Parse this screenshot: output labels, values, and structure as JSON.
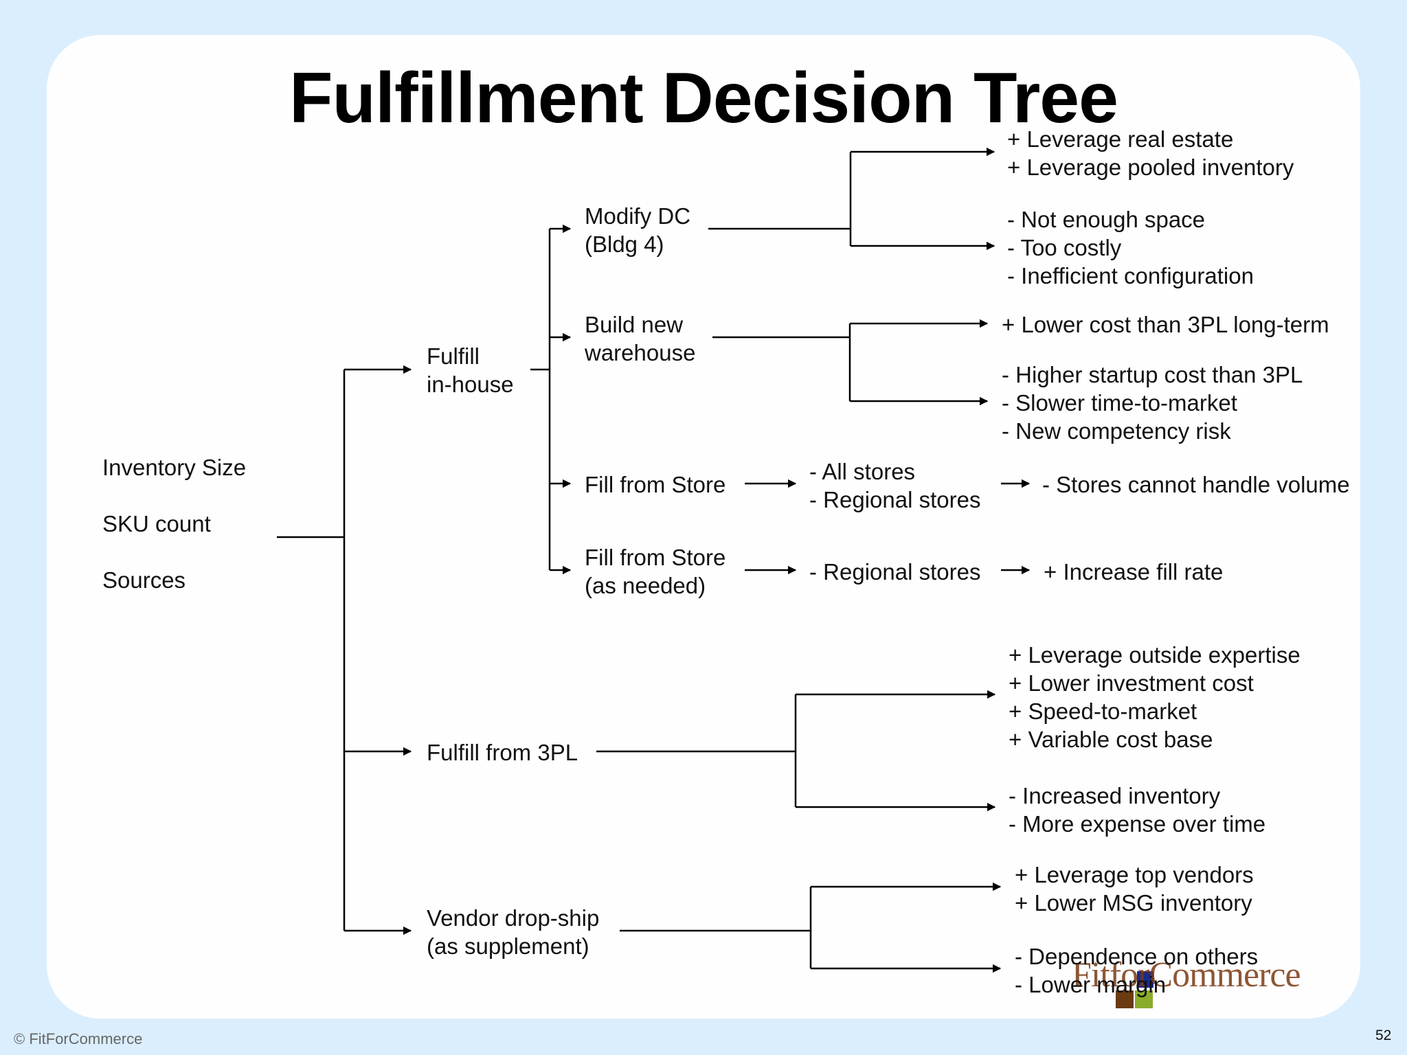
{
  "title": "Fulfillment Decision Tree",
  "root": [
    "Inventory Size",
    "SKU count",
    "Sources"
  ],
  "branches": {
    "inhouse": [
      "Fulfill",
      "in-house"
    ],
    "threepl": "Fulfill from 3PL",
    "dropship": [
      "Vendor drop-ship",
      "(as supplement)"
    ]
  },
  "inhouse_options": {
    "modify_dc": [
      "Modify DC",
      "(Bldg 4)"
    ],
    "build_new": [
      "Build new",
      "warehouse"
    ],
    "fill_store": "Fill from Store",
    "fill_store_needed": [
      "Fill from Store",
      "(as needed)"
    ]
  },
  "outcomes": {
    "modify_pros": [
      "+ Leverage real estate",
      "+ Leverage pooled inventory"
    ],
    "modify_cons": [
      "- Not enough space",
      "- Too costly",
      "- Inefficient configuration"
    ],
    "build_pros": [
      "+ Lower cost than 3PL long-term"
    ],
    "build_cons": [
      "- Higher startup cost than 3PL",
      "- Slower time-to-market",
      "- New competency risk"
    ],
    "store_options": [
      "- All stores",
      "- Regional stores"
    ],
    "store_cons": "- Stores cannot handle volume",
    "needed_options": "- Regional stores",
    "needed_pros": "+ Increase fill rate",
    "threepl_pros": [
      "+ Leverage outside expertise",
      "+ Lower investment cost",
      "+ Speed-to-market",
      "+ Variable cost base"
    ],
    "threepl_cons": [
      "- Increased inventory",
      "- More expense over time"
    ],
    "dropship_pros": [
      "+ Leverage top vendors",
      "+ Lower MSG inventory"
    ],
    "dropship_cons": [
      "- Dependence on others",
      "- Lower margin"
    ]
  },
  "footer": {
    "copyright": "© FitForCommerce",
    "page_number": "52",
    "logo_text": "FitforCommerce"
  },
  "colors": {
    "background": "#dbeefd",
    "slide": "#fefefe",
    "logo_brown": "#7a3a12",
    "logo_blue": "#1a2a8c",
    "logo_green": "#8aac2a",
    "logo_square": "#6b3a10"
  }
}
